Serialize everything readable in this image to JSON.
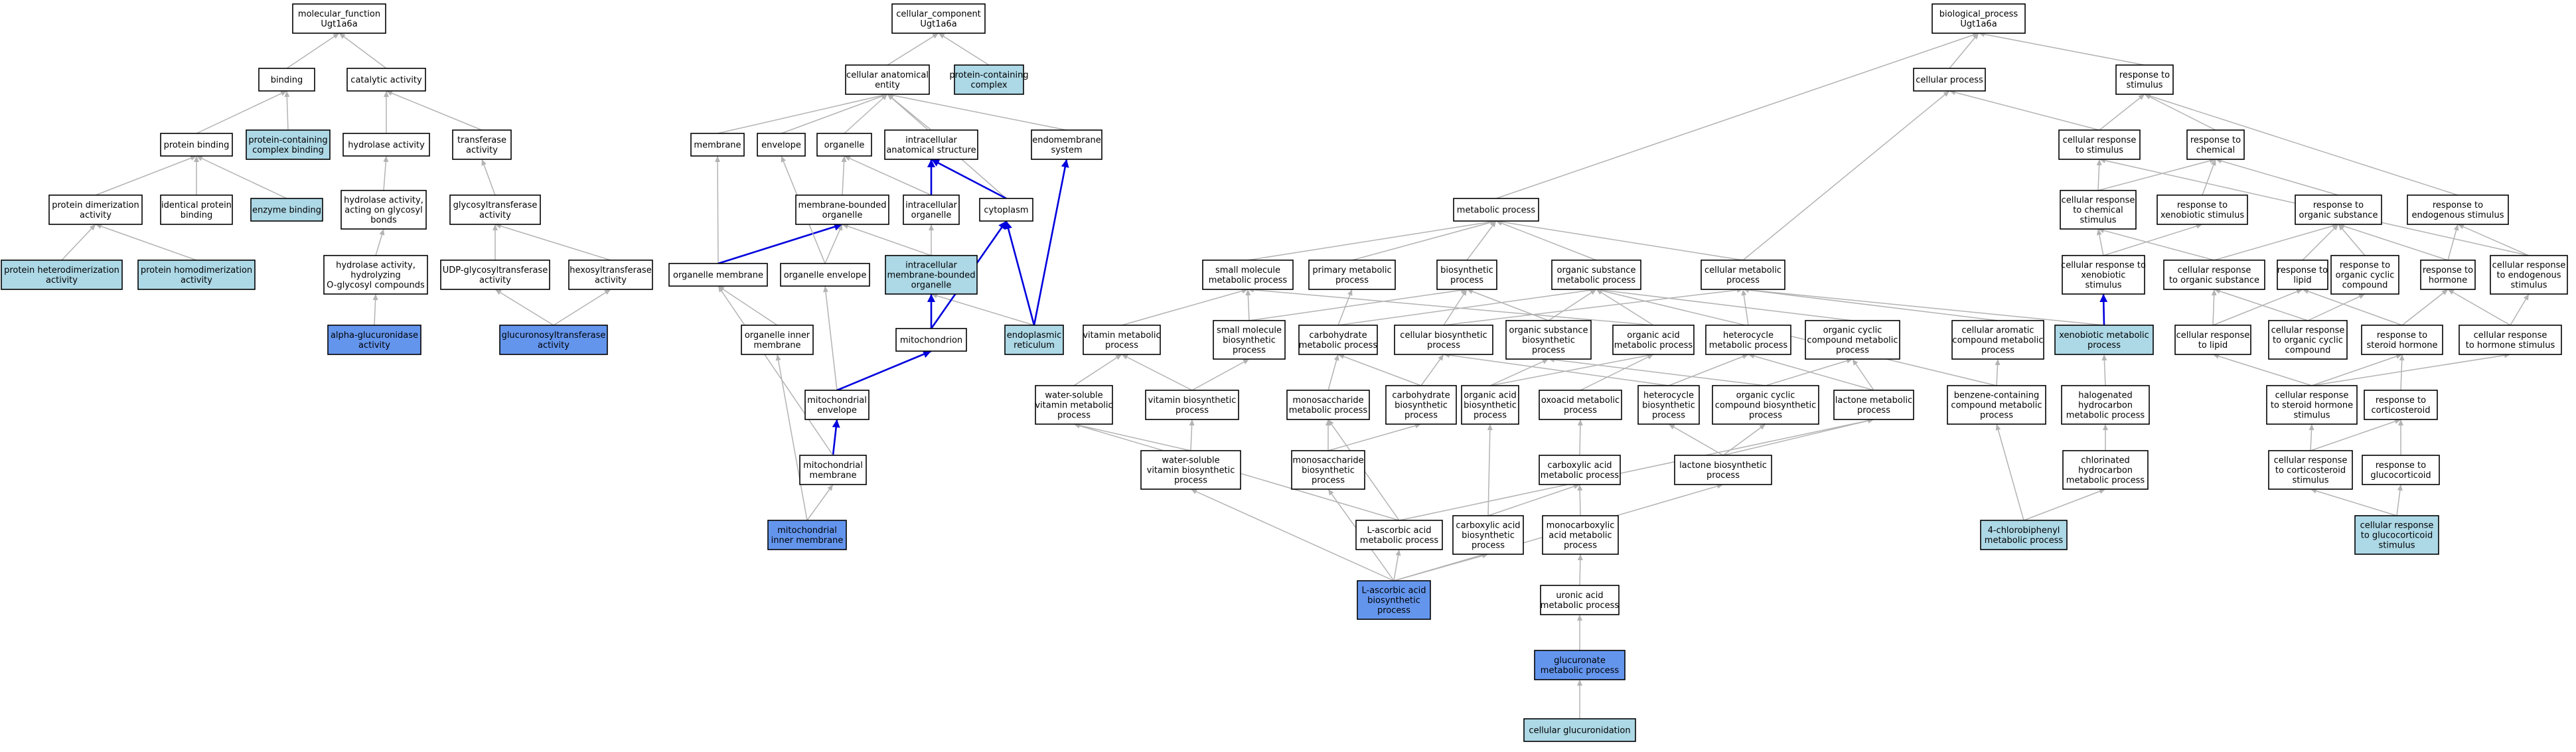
{
  "colors": {
    "plain": "#ffffff",
    "light": "#add8e6",
    "dark": "#6495ed",
    "edge_gray": "#b3b3b3",
    "edge_blue": "#0000dd"
  },
  "graph": {
    "roots": {
      "mf": [
        "molecular_function",
        "Ugt1a6a"
      ],
      "cc": [
        "cellular_component",
        "Ugt1a6a"
      ],
      "bp": [
        "biological_process",
        "Ugt1a6a"
      ]
    },
    "nodes": {
      "mf": [
        "molecular_function",
        "Ugt1a6a"
      ],
      "binding": [
        "binding"
      ],
      "catalytic": [
        "catalytic activity"
      ],
      "protbind": [
        "protein binding"
      ],
      "pcb": [
        "protein-containing",
        "complex binding"
      ],
      "hydrolase": [
        "hydrolase activity"
      ],
      "transferase": [
        "transferase",
        "activity"
      ],
      "protdim": [
        "protein dimerization",
        "activity"
      ],
      "identical": [
        "identical protein",
        "binding"
      ],
      "enzbind": [
        "enzyme binding"
      ],
      "hydgly": [
        "hydrolase activity,",
        "acting on glycosyl",
        "bonds"
      ],
      "glycosyl": [
        "glycosyltransferase",
        "activity"
      ],
      "heterodim": [
        "protein heterodimerization",
        "activity"
      ],
      "homodim": [
        "protein homodimerization",
        "activity"
      ],
      "hydO": [
        "hydrolase activity,",
        "hydrolyzing",
        "O-glycosyl compounds"
      ],
      "udpgt": [
        "UDP-glycosyltransferase",
        "activity"
      ],
      "hexosyl": [
        "hexosyltransferase",
        "activity"
      ],
      "agluc": [
        "alpha-glucuronidase",
        "activity"
      ],
      "gluctr": [
        "glucuronosyltransferase",
        "activity"
      ],
      "cc": [
        "cellular_component",
        "Ugt1a6a"
      ],
      "cae": [
        "cellular anatomical",
        "entity"
      ],
      "pcc": [
        "protein-containing",
        "complex"
      ],
      "membrane": [
        "membrane"
      ],
      "envelope": [
        "envelope"
      ],
      "organelle": [
        "organelle"
      ],
      "ias": [
        "intracellular",
        "anatomical structure"
      ],
      "endomem": [
        "endomembrane",
        "system"
      ],
      "mbo": [
        "membrane-bounded",
        "organelle"
      ],
      "io": [
        "intracellular",
        "organelle"
      ],
      "cytoplasm": [
        "cytoplasm"
      ],
      "orgmem": [
        "organelle membrane"
      ],
      "orgenv": [
        "organelle envelope"
      ],
      "imbo": [
        "intracellular",
        "membrane-bounded",
        "organelle"
      ],
      "er": [
        "endoplasmic",
        "reticulum"
      ],
      "oim": [
        "organelle inner",
        "membrane"
      ],
      "mito": [
        "mitochondrion"
      ],
      "mitoenv": [
        "mitochondrial",
        "envelope"
      ],
      "mitomem": [
        "mitochondrial",
        "membrane"
      ],
      "mim": [
        "mitochondrial",
        "inner membrane"
      ],
      "bp": [
        "biological_process",
        "Ugt1a6a"
      ],
      "cellproc": [
        "cellular process"
      ],
      "rts": [
        "response to",
        "stimulus"
      ],
      "crts": [
        "cellular response",
        "to stimulus"
      ],
      "rtc": [
        "response to",
        "chemical"
      ],
      "metab": [
        "metabolic process"
      ],
      "crcs": [
        "cellular response",
        "to chemical",
        "stimulus"
      ],
      "rtxs": [
        "response to",
        "xenobiotic stimulus"
      ],
      "rtos": [
        "response to",
        "organic substance"
      ],
      "rtes": [
        "response to",
        "endogenous stimulus"
      ],
      "smmp": [
        "small molecule",
        "metabolic process"
      ],
      "primary": [
        "primary metabolic",
        "process"
      ],
      "biosyn": [
        "biosynthetic",
        "process"
      ],
      "osmp": [
        "organic substance",
        "metabolic process"
      ],
      "cmp": [
        "cellular metabolic",
        "process"
      ],
      "crxs": [
        "cellular response to",
        "xenobiotic",
        "stimulus"
      ],
      "cros": [
        "cellular response",
        "to organic substance"
      ],
      "rtl": [
        "response to",
        "lipid"
      ],
      "rtocc": [
        "response to",
        "organic cyclic",
        "compound"
      ],
      "rth": [
        "response to",
        "hormone"
      ],
      "cres": [
        "cellular response",
        "to endogenous",
        "stimulus"
      ],
      "vmp": [
        "vitamin metabolic",
        "process"
      ],
      "smbp": [
        "small molecule",
        "biosynthetic",
        "process"
      ],
      "chmp": [
        "carbohydrate",
        "metabolic process"
      ],
      "cbp": [
        "cellular biosynthetic",
        "process"
      ],
      "osbp": [
        "organic substance",
        "biosynthetic",
        "process"
      ],
      "oamp": [
        "organic acid",
        "metabolic process"
      ],
      "hmp": [
        "heterocycle",
        "metabolic process"
      ],
      "occmp": [
        "organic cyclic",
        "compound metabolic",
        "process"
      ],
      "cacmp": [
        "cellular aromatic",
        "compound metabolic",
        "process"
      ],
      "xmp": [
        "xenobiotic metabolic",
        "process"
      ],
      "crl": [
        "cellular response",
        "to lipid"
      ],
      "crocc": [
        "cellular response",
        "to organic cyclic",
        "compound"
      ],
      "rtsh": [
        "response to",
        "steroid hormone"
      ],
      "crhs": [
        "cellular response",
        "to hormone stimulus"
      ],
      "wsvmp": [
        "water-soluble",
        "vitamin metabolic",
        "process"
      ],
      "vbp": [
        "vitamin biosynthetic",
        "process"
      ],
      "msmp": [
        "monosaccharide",
        "metabolic process"
      ],
      "chbp": [
        "carbohydrate",
        "biosynthetic",
        "process"
      ],
      "oabp": [
        "organic acid",
        "biosynthetic",
        "process"
      ],
      "oxomp": [
        "oxoacid metabolic",
        "process"
      ],
      "hbp": [
        "heterocycle",
        "biosynthetic",
        "process"
      ],
      "occbp": [
        "organic cyclic",
        "compound biosynthetic",
        "process"
      ],
      "lmp": [
        "lactone metabolic",
        "process"
      ],
      "bcmp": [
        "benzene-containing",
        "compound metabolic",
        "process"
      ],
      "hhmp": [
        "halogenated",
        "hydrocarbon",
        "metabolic process"
      ],
      "crshs": [
        "cellular response",
        "to steroid hormone",
        "stimulus"
      ],
      "rtcort": [
        "response to",
        "corticosteroid"
      ],
      "wsvbp": [
        "water-soluble",
        "vitamin biosynthetic",
        "process"
      ],
      "msbp": [
        "monosaccharide",
        "biosynthetic",
        "process"
      ],
      "camp": [
        "carboxylic acid",
        "metabolic process"
      ],
      "lbp": [
        "lactone biosynthetic",
        "process"
      ],
      "chcmp": [
        "chlorinated",
        "hydrocarbon",
        "metabolic process"
      ],
      "crcorts": [
        "cellular response",
        "to corticosteroid",
        "stimulus"
      ],
      "rtgluco": [
        "response to",
        "glucocorticoid"
      ],
      "laamp": [
        "L-ascorbic acid",
        "metabolic process"
      ],
      "cabp": [
        "carboxylic acid",
        "biosynthetic",
        "process"
      ],
      "mcamp": [
        "monocarboxylic",
        "acid metabolic",
        "process"
      ],
      "cbmp": [
        "4-chlorobiphenyl",
        "metabolic process"
      ],
      "crgluco": [
        "cellular response",
        "to glucocorticoid",
        "stimulus"
      ],
      "laabp": [
        "L-ascorbic acid",
        "biosynthetic",
        "process"
      ],
      "uamp": [
        "uronic acid",
        "metabolic process"
      ],
      "glucmp": [
        "glucuronate",
        "metabolic process"
      ],
      "cglucur": [
        "cellular glucuronidation"
      ]
    }
  }
}
